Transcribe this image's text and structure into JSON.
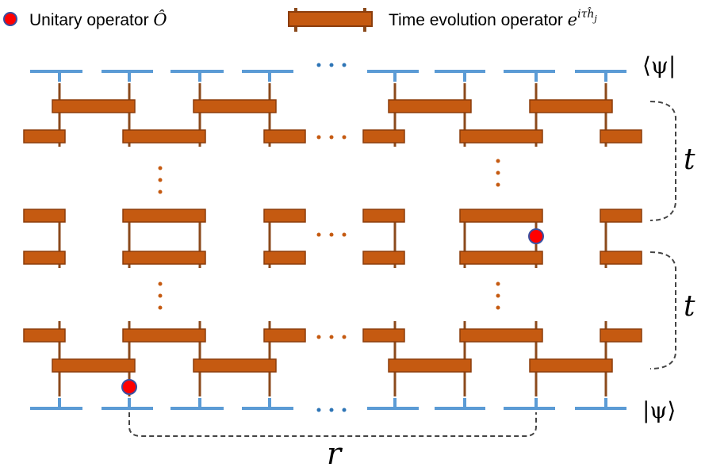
{
  "legend": {
    "unitary_label": "Unitary operator ",
    "unitary_symbol": "Ô",
    "evolution_label": "Time evolution operator ",
    "evolution_base": "e",
    "evolution_exponent": "iτĥ",
    "evolution_subscript": "j"
  },
  "labels": {
    "bra": "⟨ψ|",
    "ket": "|ψ⟩",
    "time_upper": "t",
    "time_lower": "t",
    "range": "r",
    "ellipsis": "• • •"
  },
  "colors": {
    "wire": "#5b9bd5",
    "gate_fill": "#c55a11",
    "gate_stroke": "#8b3d0c",
    "stem": "#8b4a1c",
    "operator_fill": "#ff0000",
    "operator_stroke": "#3a4fa0",
    "dot": "#c55a11",
    "wire_dot": "#2e75b6",
    "bracket": "#444444"
  }
}
